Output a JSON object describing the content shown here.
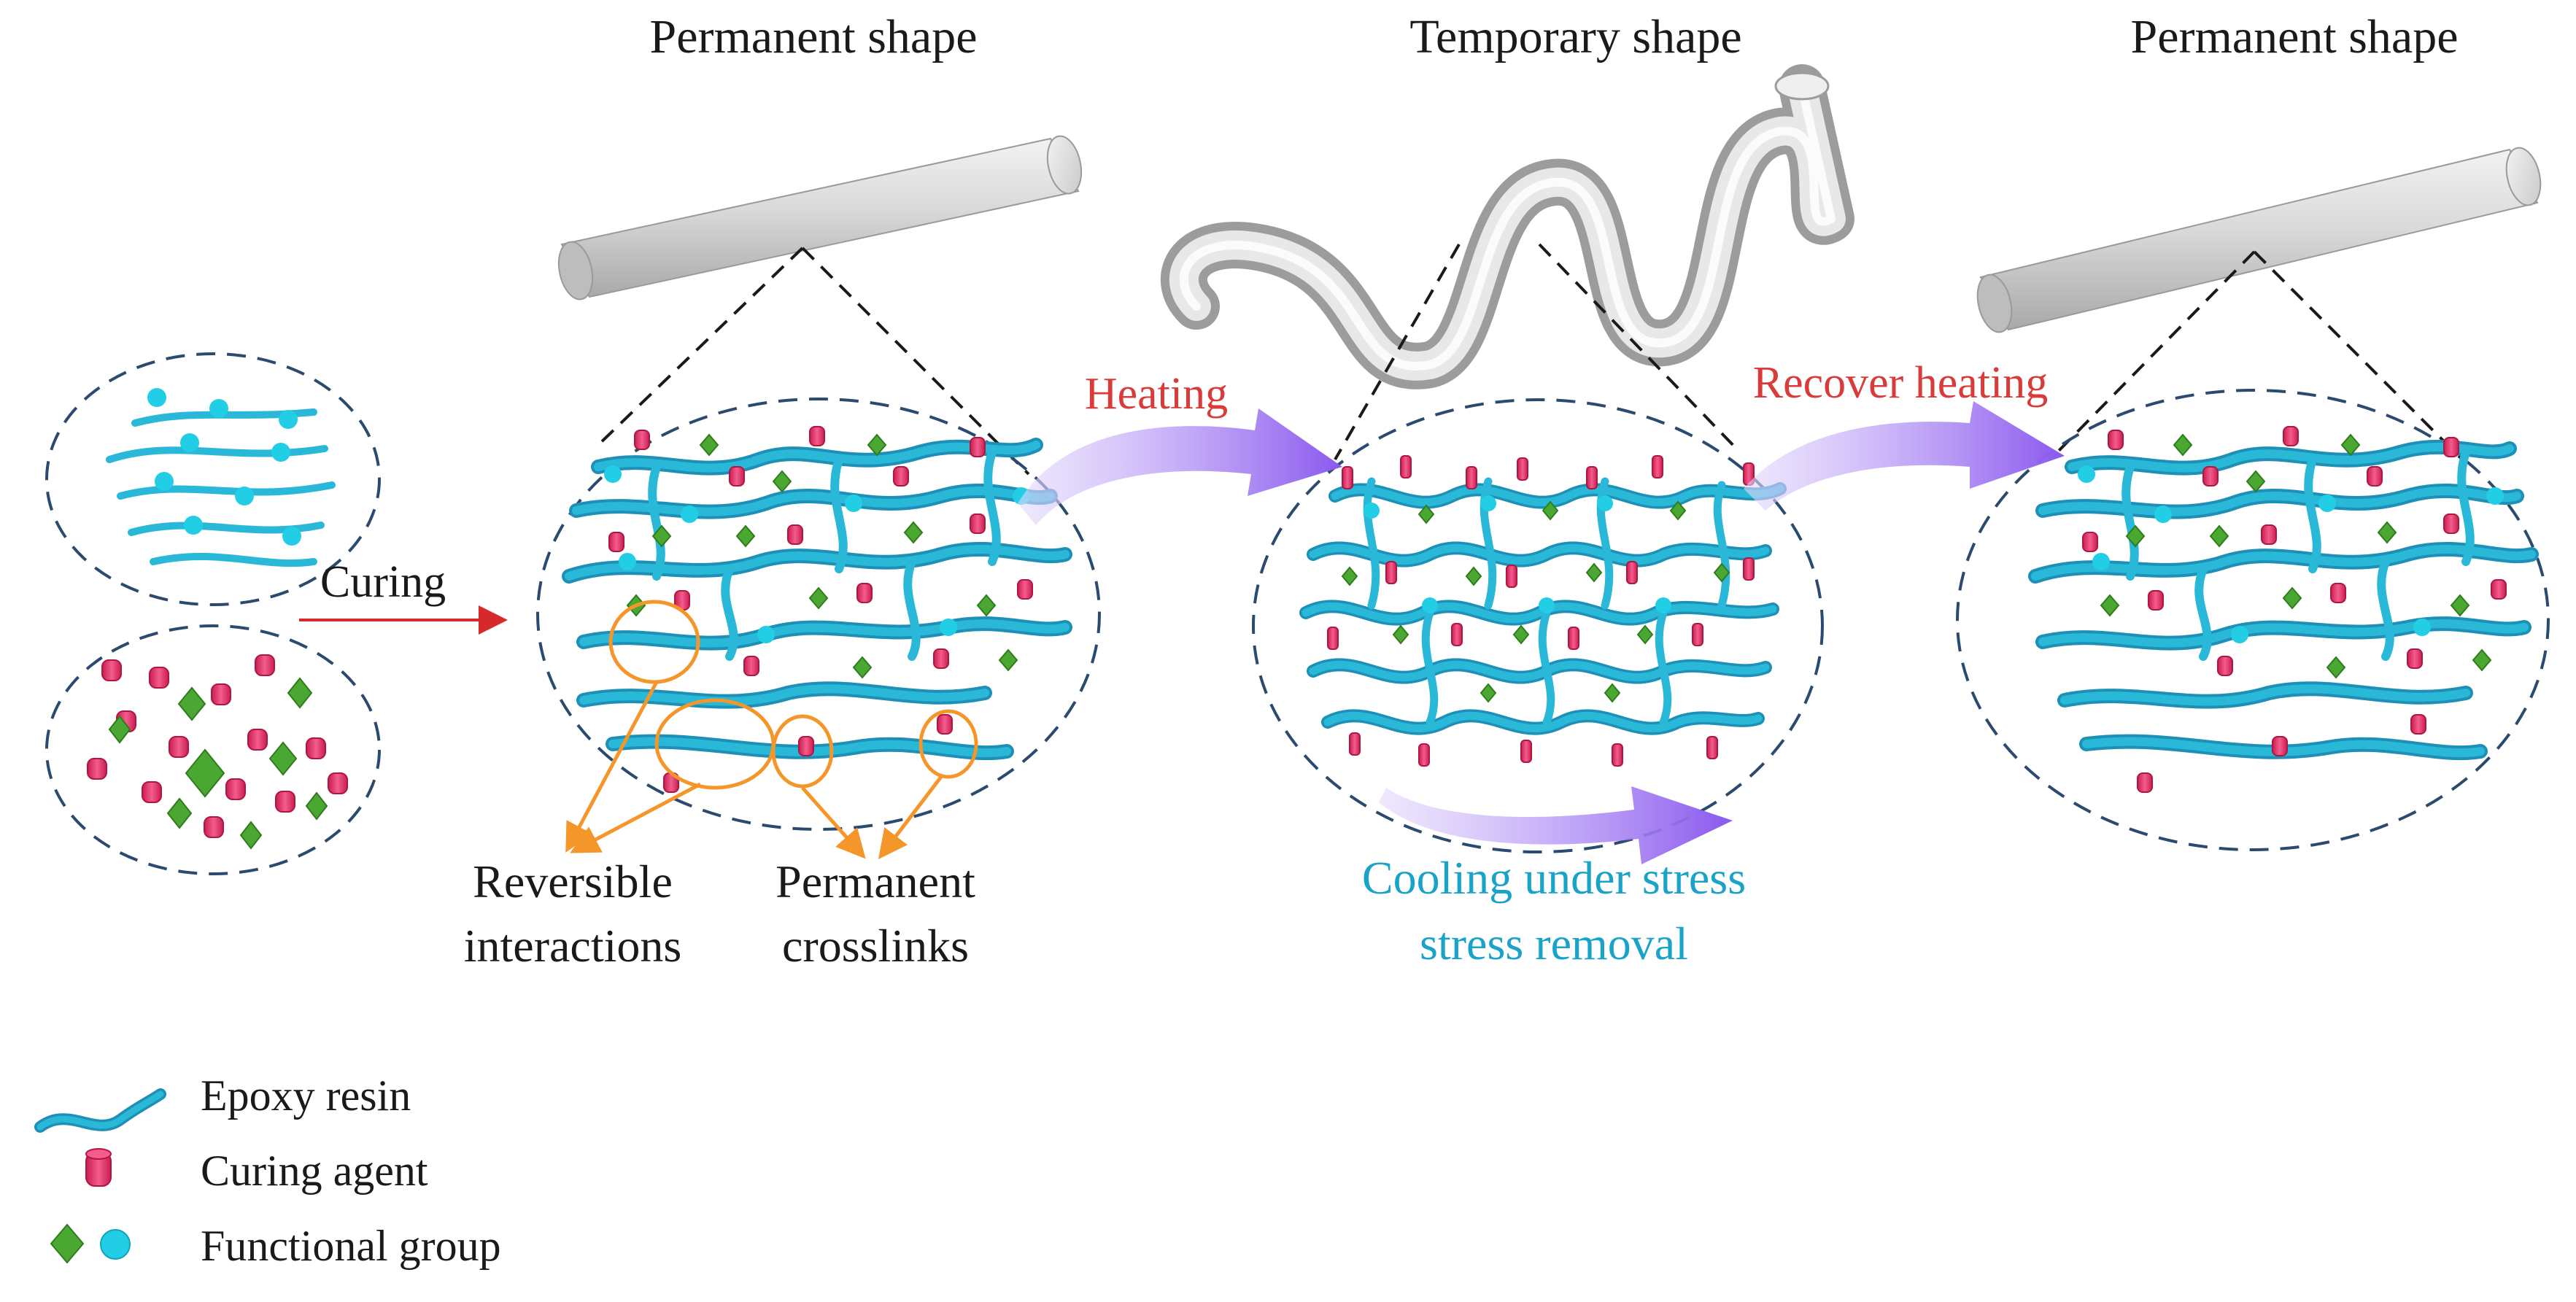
{
  "stages": {
    "permanent_1": "Permanent shape",
    "temporary": "Temporary shape",
    "permanent_2": "Permanent shape"
  },
  "processes": {
    "curing": "Curing",
    "heating": "Heating",
    "recover_heating": "Recover heating",
    "cooling_line1": "Cooling under stress",
    "cooling_line2": "stress removal"
  },
  "annotations": {
    "reversible_line1": "Reversible",
    "reversible_line2": "interactions",
    "permanent_line1": "Permanent",
    "permanent_line2": "crosslinks"
  },
  "legend": {
    "epoxy": "Epoxy resin",
    "curing_agent": "Curing agent",
    "functional_group": "Functional group"
  },
  "colors": {
    "epoxy": "#29b8d8",
    "curing_agent": "#e8336f",
    "functional_green": "#4aa832",
    "functional_cyan": "#22cde6",
    "arrow_purple": "#9b6ff0",
    "annotation_orange": "#f5962a",
    "curing_arrow": "#d42a2a"
  }
}
